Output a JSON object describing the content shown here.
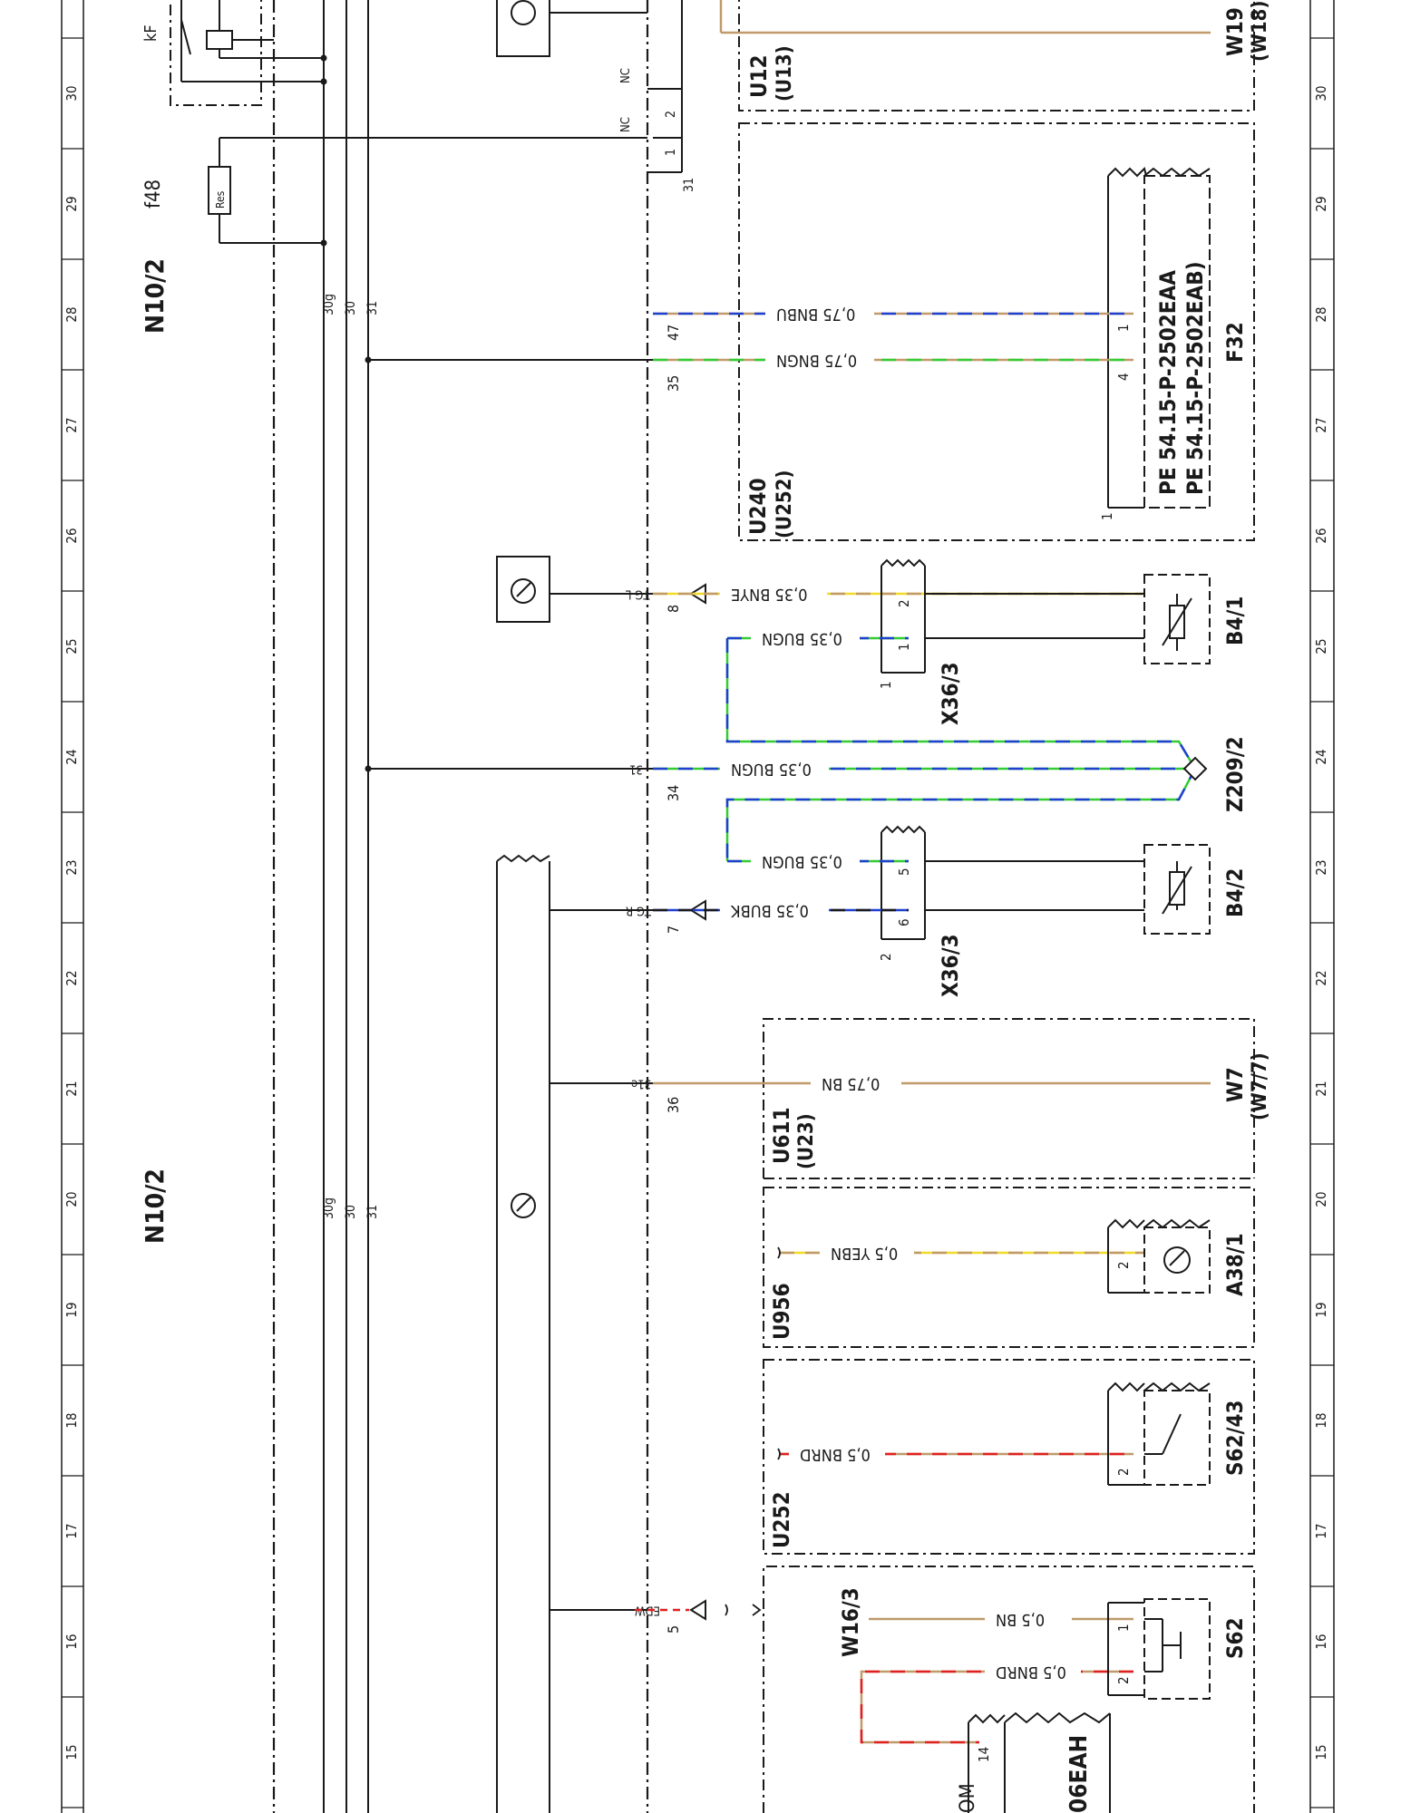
{
  "grid": {
    "rows": [
      "30",
      "29",
      "28",
      "27",
      "26",
      "25",
      "24",
      "23",
      "22",
      "21",
      "20",
      "19",
      "18",
      "17",
      "16",
      "15"
    ]
  },
  "module": {
    "name_upper": "N10/2",
    "name_lower": "N10/2",
    "rail_labels": [
      "30g",
      "30",
      "31"
    ],
    "relay_label": "kF",
    "resistor_label": "Res",
    "fuse_label": "f48",
    "bracket_label": "31"
  },
  "pins": {
    "nc2": {
      "name": "NC",
      "num": "2"
    },
    "nc1": {
      "name": "NC",
      "num": "1"
    },
    "p47": {
      "num": "47"
    },
    "p35": {
      "num": "35"
    },
    "p8": {
      "name": "TG L",
      "num": "8"
    },
    "p34": {
      "name": "31",
      "num": "34"
    },
    "p7": {
      "name": "TG R",
      "num": "7"
    },
    "p36": {
      "name": "31e",
      "num": "36"
    },
    "p5": {
      "name": "EDW",
      "num": "5"
    }
  },
  "wires": {
    "w_bnbu_28": "0,75 BNBU",
    "w_bngn_27": "0,75 BNGN",
    "w_bnye_25": "0,35 BNYE",
    "w_bugn_25": "0,35 BUGN",
    "w_bugn_24": "0,35 BUGN",
    "w_bugn_23": "0,35 BUGN",
    "w_bubk_22": "0,35 BUBK",
    "w_bn_21": "0,75 BN",
    "w_yebn_19": "0,5 YEBN",
    "w_bnrd_18": "0,5 BNRD",
    "w_bn_16": "0,5 BN",
    "w_bnrd_16": "0,5 BNRD"
  },
  "components": {
    "u12": "U12",
    "u13": "(U13)",
    "w19": "W19",
    "w18": "(W18)",
    "u240": "U240",
    "u252_paren": "(U252)",
    "pe1": "PE 54.15-P-2502EAA",
    "pe2": "PE 54.15-P-2502EAB)",
    "f32": "F32",
    "f32_pin1": "1",
    "f32_pin4": "4",
    "f32_pin1b": "1",
    "x36_3a": "X36/3",
    "x36_3a_pin2": "2",
    "x36_3a_pin1": "1",
    "x36_3a_tag": "1",
    "b4_1": "B4/1",
    "z209_2": "Z209/2",
    "x36_3b": "X36/3",
    "x36_3b_pin5": "5",
    "x36_3b_pin6": "6",
    "x36_3b_tag": "2",
    "b4_2": "B4/2",
    "u611": "U611",
    "u23": "(U23)",
    "w7": "W7",
    "w7_7": "(W7/7)",
    "u956": "U956",
    "a38_1": "A38/1",
    "a38_pin": "2",
    "u252": "U252",
    "s62_43": "S62/43",
    "s62_43_pin": "2",
    "w16_3": "W16/3",
    "s62": "S62",
    "s62_pin1": "1",
    "s62_pin2": "2",
    "pin14": "14",
    "om": "OM",
    "eah": "06EAH"
  }
}
